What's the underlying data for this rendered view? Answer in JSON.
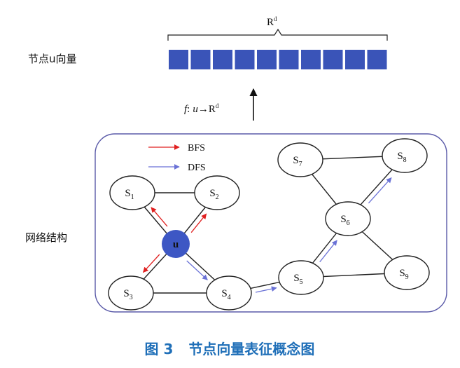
{
  "colors": {
    "bfs": "#e02020",
    "dfs": "#6a72d6",
    "vector": "#3a54b8",
    "node_u": "#3d57c4",
    "frame": "#5a5aa8",
    "caption": "#1f6fb8"
  },
  "vector": {
    "label": "节点u向量",
    "dim_label_base": "R",
    "dim_label_sup": "d",
    "cells": 10
  },
  "mapping": {
    "func": "f",
    "colon": ":",
    "var": "u",
    "arrow": "→",
    "target_base": "R",
    "target_sup": "d"
  },
  "network": {
    "label": "网络结构",
    "legend": [
      {
        "id": "bfs",
        "text": "BFS"
      },
      {
        "id": "dfs",
        "text": "DFS"
      }
    ],
    "nodes": [
      {
        "id": "u",
        "base": "u",
        "sub": ""
      },
      {
        "id": "s1",
        "base": "S",
        "sub": "1"
      },
      {
        "id": "s2",
        "base": "S",
        "sub": "2"
      },
      {
        "id": "s3",
        "base": "S",
        "sub": "3"
      },
      {
        "id": "s4",
        "base": "S",
        "sub": "4"
      },
      {
        "id": "s5",
        "base": "S",
        "sub": "5"
      },
      {
        "id": "s6",
        "base": "S",
        "sub": "6"
      },
      {
        "id": "s7",
        "base": "S",
        "sub": "7"
      },
      {
        "id": "s8",
        "base": "S",
        "sub": "8"
      },
      {
        "id": "s9",
        "base": "S",
        "sub": "9"
      }
    ],
    "edges": [
      [
        "s1",
        "s2"
      ],
      [
        "s3",
        "s4"
      ],
      [
        "s1",
        "u"
      ],
      [
        "s2",
        "u"
      ],
      [
        "s3",
        "u"
      ],
      [
        "s4",
        "u"
      ],
      [
        "s4",
        "s5"
      ],
      [
        "s5",
        "s6"
      ],
      [
        "s5",
        "s9"
      ],
      [
        "s6",
        "s7"
      ],
      [
        "s6",
        "s8"
      ],
      [
        "s6",
        "s9"
      ],
      [
        "s7",
        "s8"
      ]
    ],
    "walks": [
      {
        "type": "bfs",
        "from": "u",
        "to": "s1"
      },
      {
        "type": "bfs",
        "from": "u",
        "to": "s2"
      },
      {
        "type": "bfs",
        "from": "u",
        "to": "s3"
      },
      {
        "type": "dfs",
        "from": "u",
        "to": "s4"
      },
      {
        "type": "dfs",
        "from": "s4",
        "to": "s5"
      },
      {
        "type": "dfs",
        "from": "s5",
        "to": "s6"
      },
      {
        "type": "dfs",
        "from": "s6",
        "to": "s8"
      }
    ]
  },
  "caption": {
    "figure": "图 3",
    "title": "节点向量表征概念图"
  }
}
